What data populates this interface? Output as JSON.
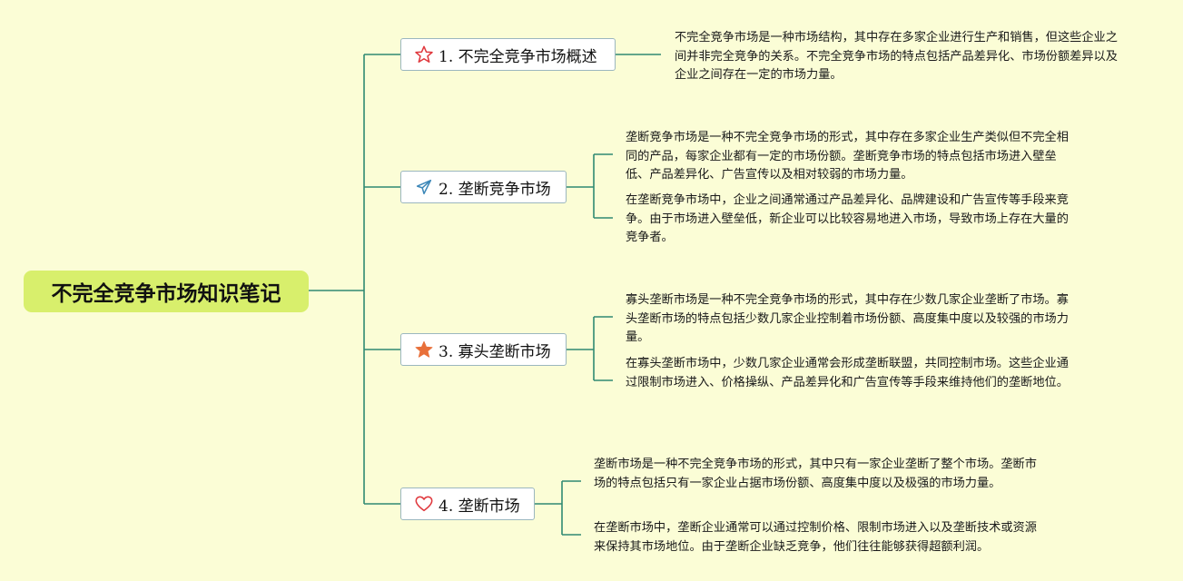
{
  "root": {
    "title": "不完全竞争市场知识笔记"
  },
  "branches": [
    {
      "label": "1. 不完全竞争市场概述",
      "icon": "star-outline-icon",
      "notes": [
        "不完全竞争市场是一种市场结构，其中存在多家企业进行生产和销售，但这些企业之间并非完全竞争的关系。不完全竞争市场的特点包括产品差异化、市场份额差异以及企业之间存在一定的市场力量。"
      ]
    },
    {
      "label": "2. 垄断竞争市场",
      "icon": "paper-plane-icon",
      "notes": [
        "垄断竞争市场是一种不完全竞争市场的形式，其中存在多家企业生产类似但不完全相同的产品，每家企业都有一定的市场份额。垄断竞争市场的特点包括市场进入壁垒低、产品差异化、广告宣传以及相对较弱的市场力量。",
        "在垄断竞争市场中，企业之间通常通过产品差异化、品牌建设和广告宣传等手段来竞争。由于市场进入壁垒低，新企业可以比较容易地进入市场，导致市场上存在大量的竞争者。"
      ]
    },
    {
      "label": "3. 寡头垄断市场",
      "icon": "star-filled-icon",
      "notes": [
        "寡头垄断市场是一种不完全竞争市场的形式，其中存在少数几家企业垄断了市场。寡头垄断市场的特点包括少数几家企业控制着市场份额、高度集中度以及较强的市场力量。",
        "在寡头垄断市场中，少数几家企业通常会形成垄断联盟，共同控制市场。这些企业通过限制市场进入、价格操纵、产品差异化和广告宣传等手段来维持他们的垄断地位。"
      ]
    },
    {
      "label": "4. 垄断市场",
      "icon": "heart-outline-icon",
      "notes": [
        "垄断市场是一种不完全竞争市场的形式，其中只有一家企业垄断了整个市场。垄断市场的特点包括只有一家企业占据市场份额、高度集中度以及极强的市场力量。",
        "在垄断市场中，垄断企业通常可以通过控制价格、限制市场进入以及垄断技术或资源来保持其市场地位。由于垄断企业缺乏竞争，他们往往能够获得超额利润。"
      ]
    }
  ],
  "colors": {
    "background": "#fbfdd6",
    "root_fill": "#d8ef6c",
    "connector": "#2f8a72",
    "branch_border": "#9bb7bf",
    "icon_red": "#e0393e",
    "icon_blue": "#3d88b8",
    "icon_orange": "#e8703a"
  }
}
